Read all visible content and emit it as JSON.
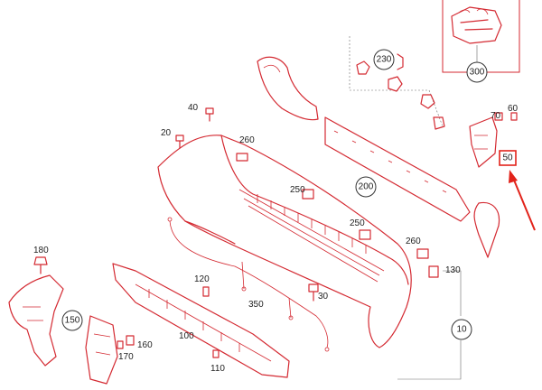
{
  "callouts_circled": [
    "300",
    "230",
    "200",
    "150",
    "10"
  ],
  "callouts_plain": [
    "40",
    "20",
    "260",
    "250",
    "70",
    "60",
    "50",
    "180",
    "120",
    "350",
    "30",
    "260",
    "130",
    "160",
    "170",
    "100",
    "110",
    "250"
  ],
  "highlight": {
    "label": "50",
    "color": "#e2231a"
  },
  "colors": {
    "part_lines": "#d42a32",
    "leader_lines": "#6b6b6b",
    "arrow": "#e2231a"
  }
}
